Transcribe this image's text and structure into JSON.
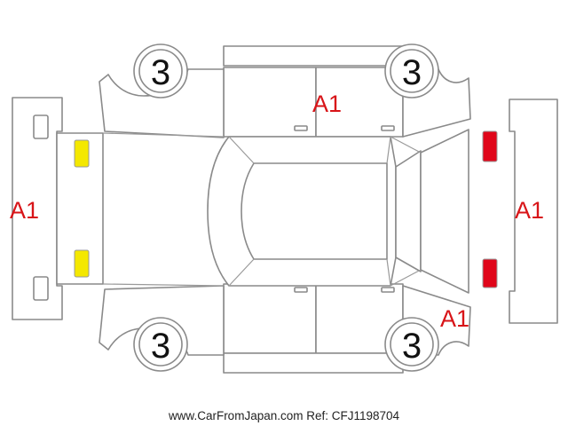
{
  "marks": {
    "rear_bumper": "A1",
    "front_bumper": "A1",
    "right_rear_door": "A1",
    "left_front_fender": "A1"
  },
  "wheels": {
    "top_left": "3",
    "top_right": "3",
    "bottom_left": "3",
    "bottom_right": "3"
  },
  "lights": {
    "rear_color": "#f4e800",
    "front_color": "#e0061a"
  },
  "footer": "www.CarFromJapan.com Ref: CFJ1198704"
}
